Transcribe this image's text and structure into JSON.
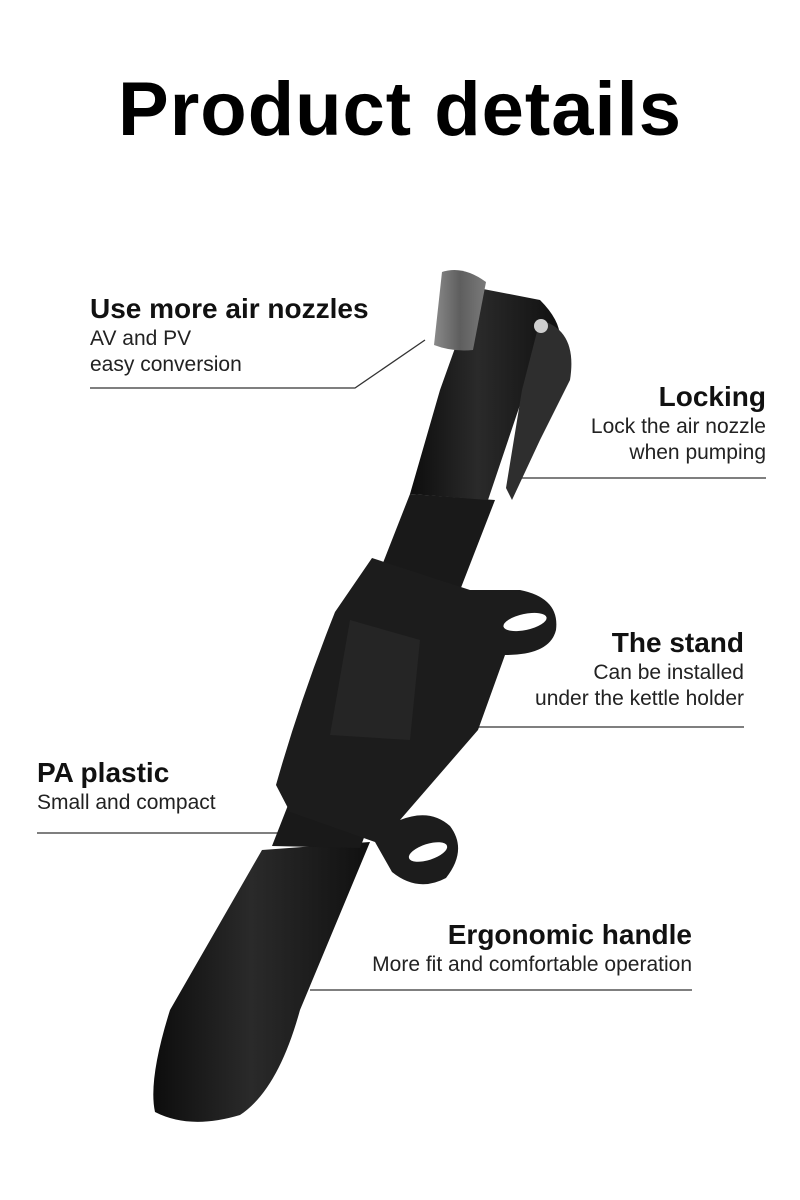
{
  "title": "Product details",
  "colors": {
    "background": "#ffffff",
    "pump_body": "#1b1b1b",
    "cap": "#6e6e6e",
    "leader_line": "#333333"
  },
  "callouts": {
    "nozzle": {
      "heading": "Use more air nozzles",
      "lines": [
        "AV and PV",
        "easy conversion"
      ]
    },
    "locking": {
      "heading": "Locking",
      "lines": [
        "Lock the air nozzle",
        "when pumping"
      ]
    },
    "stand": {
      "heading": "The stand",
      "lines": [
        "Can be installed",
        "under the kettle holder"
      ]
    },
    "plastic": {
      "heading": "PA plastic",
      "lines": [
        "Small and compact"
      ]
    },
    "ergonomic": {
      "heading": "Ergonomic handle",
      "lines": [
        "More fit and comfortable operation"
      ]
    }
  }
}
